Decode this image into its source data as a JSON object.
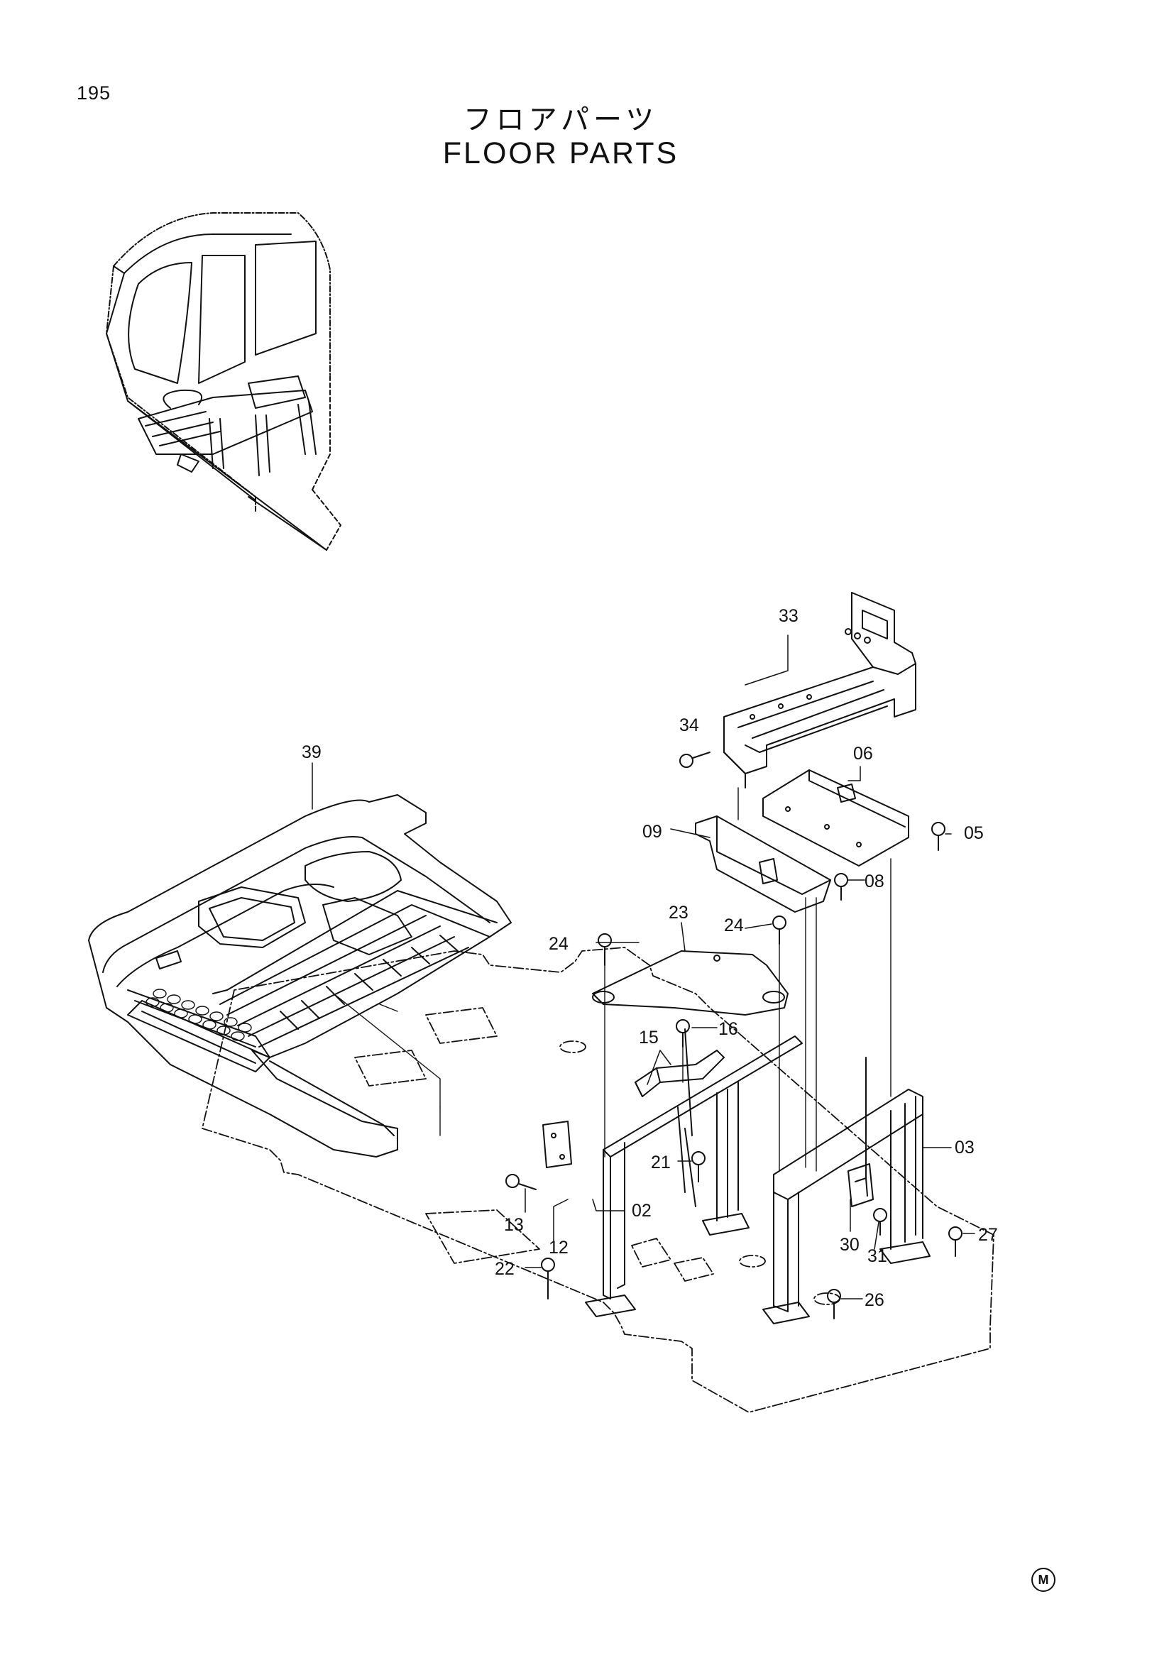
{
  "page": {
    "number": "195",
    "title_jp": "フロアパーツ",
    "title_en": "FLOOR PARTS",
    "mark": "M"
  },
  "callouts": {
    "p02": "02",
    "p03": "03",
    "p05": "05",
    "p06": "06",
    "p08": "08",
    "p09": "09",
    "p12": "12",
    "p13": "13",
    "p15": "15",
    "p16": "16",
    "p21": "21",
    "p22": "22",
    "p23": "23",
    "p24a": "24",
    "p24b": "24",
    "p26": "26",
    "p27": "27",
    "p30": "30",
    "p31": "31",
    "p33": "33",
    "p34": "34",
    "p39": "39"
  }
}
